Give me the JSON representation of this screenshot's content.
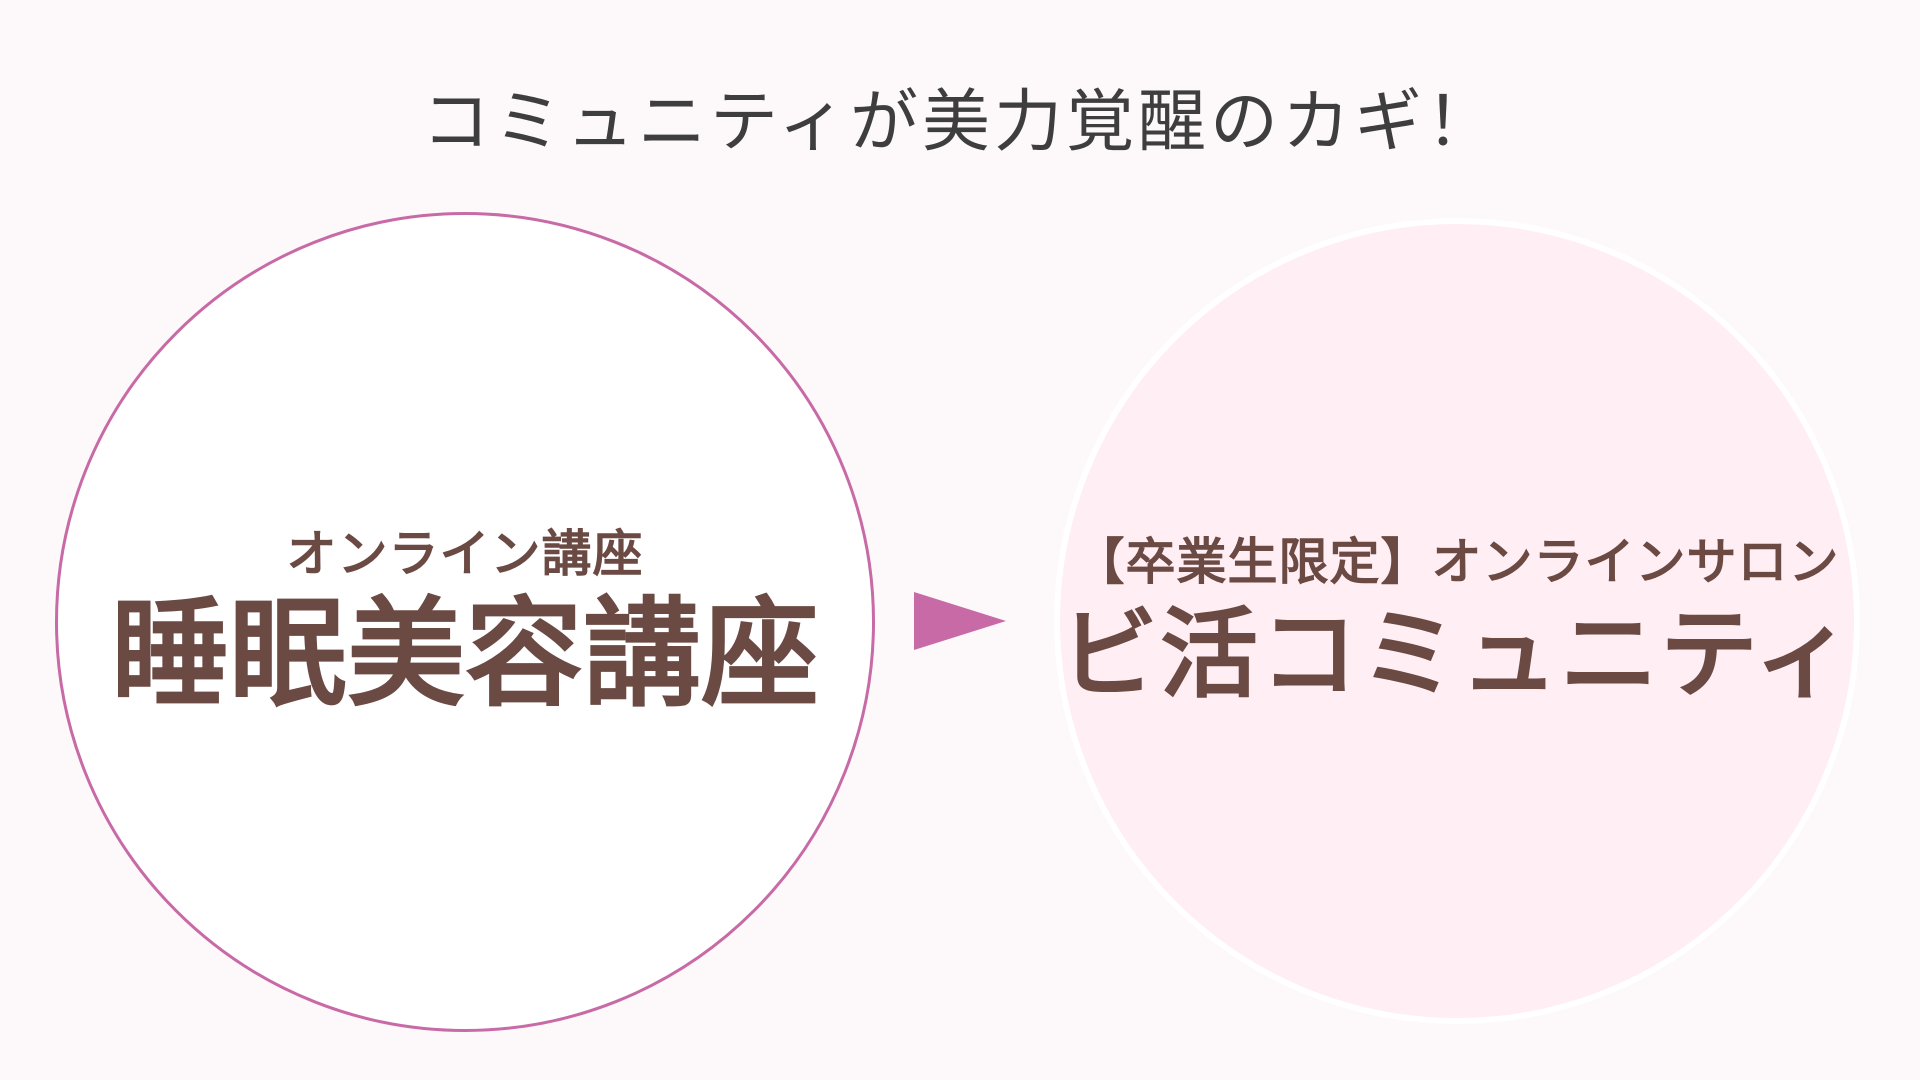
{
  "headline": "コミュニティが美力覚醒のカギ！",
  "left_circle": {
    "subtitle": "オンライン講座",
    "title": "睡眠美容講座"
  },
  "right_circle": {
    "subtitle": "【卒業生限定】オンラインサロン",
    "title": "ビ活コミュニティ"
  },
  "colors": {
    "background": "#fdf8fa",
    "accent": "#c76aa6",
    "text_brown": "#6b4a43",
    "headline_text": "#3e3e3e",
    "right_circle_fill": "#ffeef4"
  },
  "connector": {
    "icon": "right-triangle-arrow-icon"
  }
}
